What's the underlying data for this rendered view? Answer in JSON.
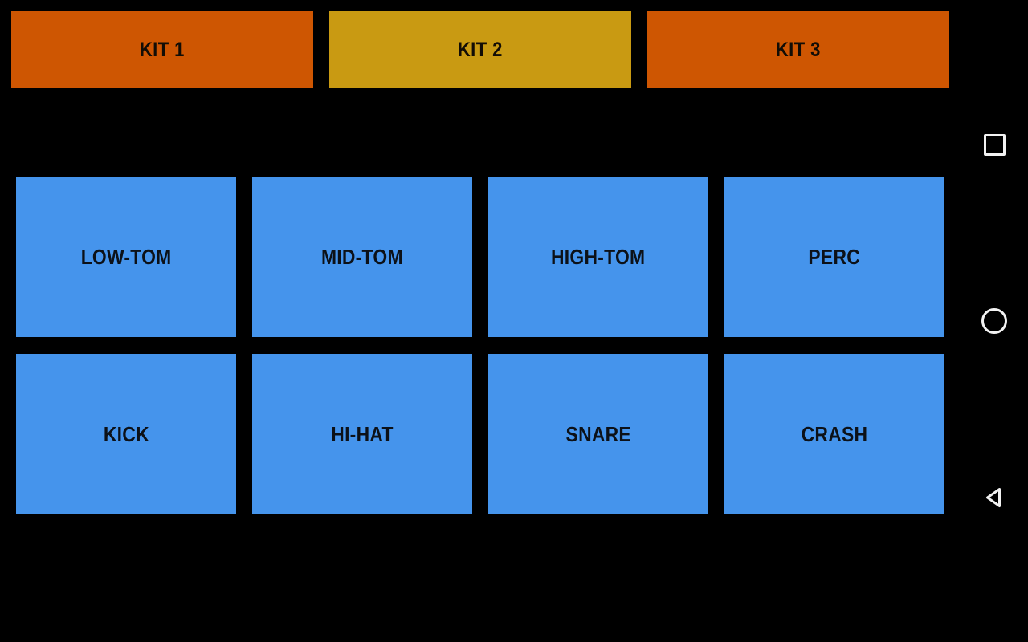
{
  "app": {
    "title": "Drum Pad",
    "background_color": "#000000"
  },
  "kit_selector": {
    "name": "kit-selector",
    "active_kit": "KIT 2",
    "buttons": [
      {
        "label": "KIT 1",
        "color": "#CE5602",
        "text_color": "#120D06",
        "selected": false
      },
      {
        "label": "KIT 2",
        "color": "#C99A12",
        "text_color": "#120D06",
        "selected": true
      },
      {
        "label": "KIT 3",
        "color": "#CE5602",
        "text_color": "#120D06",
        "selected": false
      }
    ]
  },
  "pad_grid": {
    "name": "drum-pad-grid",
    "pad_color": "#4594EC",
    "pad_text_color": "#0C1118",
    "rows": 2,
    "columns": 4,
    "pads": [
      {
        "label": "LOW-TOM",
        "row": 0,
        "col": 0
      },
      {
        "label": "MID-TOM",
        "row": 0,
        "col": 1
      },
      {
        "label": "HIGH-TOM",
        "row": 0,
        "col": 2
      },
      {
        "label": "PERC",
        "row": 0,
        "col": 3
      },
      {
        "label": "KICK",
        "row": 1,
        "col": 0
      },
      {
        "label": "HI-HAT",
        "row": 1,
        "col": 1
      },
      {
        "label": "SNARE",
        "row": 1,
        "col": 2
      },
      {
        "label": "CRASH",
        "row": 1,
        "col": 3
      }
    ]
  },
  "navigation_bar": {
    "name": "android-navigation-bar",
    "icon_color": "#F2F2F2",
    "buttons": [
      {
        "icon": "square-icon",
        "label": "Recent apps"
      },
      {
        "icon": "circle-icon",
        "label": "Home"
      },
      {
        "icon": "triangle-back-icon",
        "label": "Back"
      }
    ]
  }
}
